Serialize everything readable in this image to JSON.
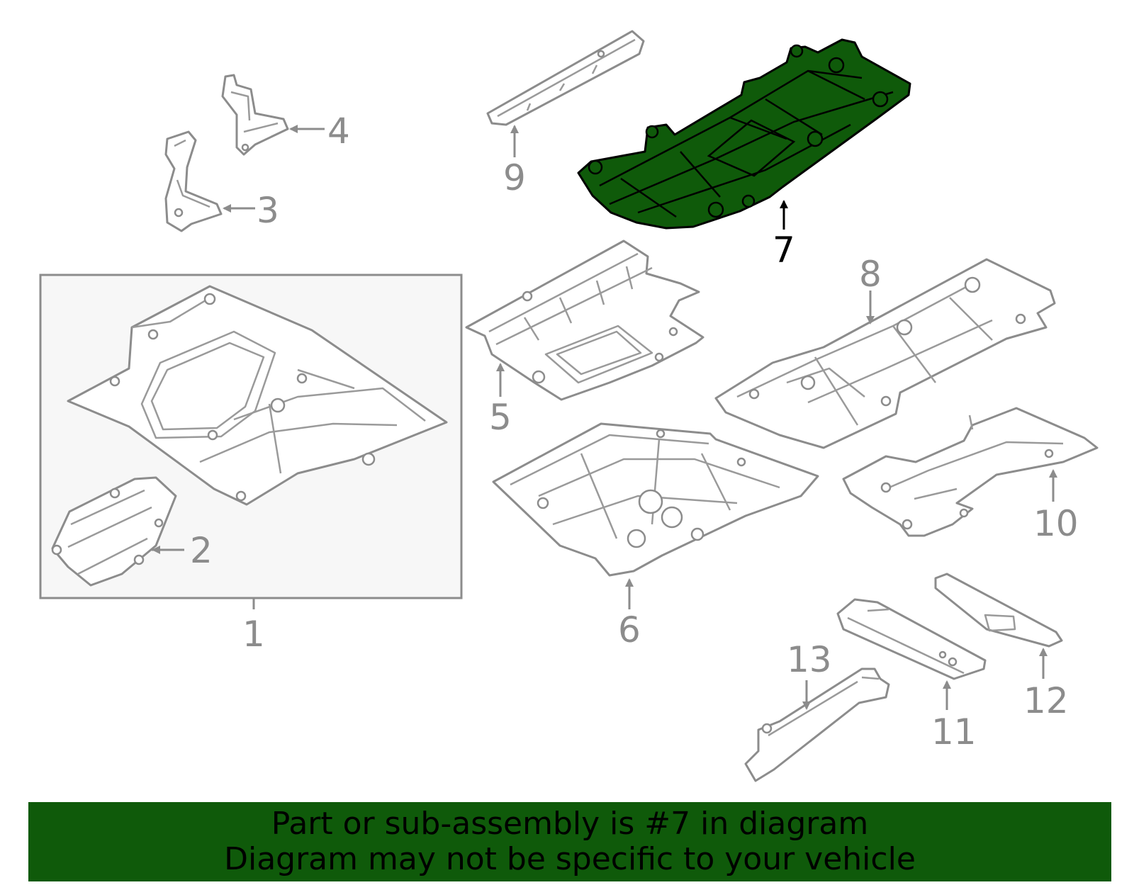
{
  "diagram": {
    "callouts": [
      {
        "id": "1",
        "label": "1"
      },
      {
        "id": "2",
        "label": "2"
      },
      {
        "id": "3",
        "label": "3"
      },
      {
        "id": "4",
        "label": "4"
      },
      {
        "id": "5",
        "label": "5"
      },
      {
        "id": "6",
        "label": "6"
      },
      {
        "id": "7",
        "label": "7",
        "highlighted": true
      },
      {
        "id": "8",
        "label": "8"
      },
      {
        "id": "9",
        "label": "9"
      },
      {
        "id": "10",
        "label": "10"
      },
      {
        "id": "11",
        "label": "11"
      },
      {
        "id": "12",
        "label": "12"
      },
      {
        "id": "13",
        "label": "13"
      }
    ],
    "highlight_color": "#0f5a0a",
    "line_color": "#8c8c8c",
    "group_box_color": "#f7f7f7"
  },
  "banner": {
    "line1": "Part or sub-assembly is #7 in diagram",
    "line2": "Diagram may not be specific to your vehicle",
    "background": "#0f5a0a"
  }
}
